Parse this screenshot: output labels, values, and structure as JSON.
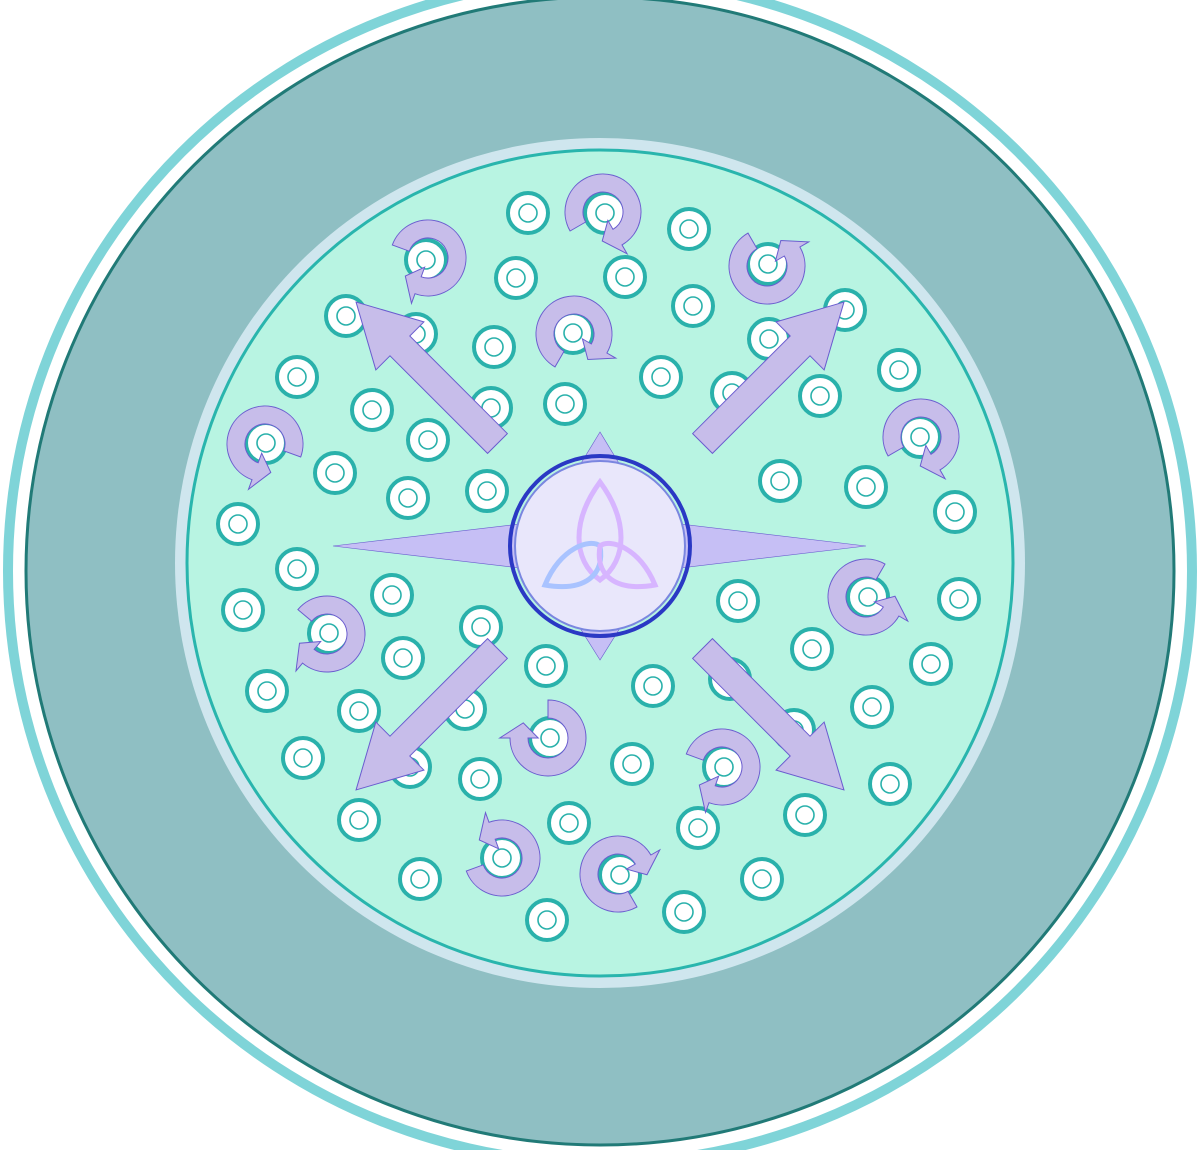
{
  "diagram": {
    "colors": {
      "outer_rim": "#7fd4d8",
      "outer_ring_fill": "#8fbfc3",
      "outer_ring_stroke": "#217a77",
      "inner_halo": "#cfe6ee",
      "inner_disc_fill": "#b8f4e2",
      "inner_disc_stroke": "#29b5ad",
      "cell_ring": "#2ab1ab",
      "cell_fill": "#ffffff",
      "arrow_fill": "#c7bdea",
      "arrow_stroke": "#6a5ccf",
      "hub_fill": "#e9e7fb",
      "hub_stroke": "#2a38c4",
      "star_fill": "#c6bff5",
      "triquetra_a": "#a9c3ff",
      "triquetra_b": "#d7b5ff"
    },
    "icons": {
      "cell": "ring-cell-icon",
      "swirl": "curved-arrow-icon",
      "radial": "diagonal-arrow-icon",
      "hub": "triquetra-icon",
      "compass": "compass-star-icon"
    },
    "radial_arrow_angles_deg": [
      225,
      315,
      135,
      45
    ],
    "swirl_directions": [
      "cw",
      "cw",
      "ccw",
      "cw",
      "ccw",
      "cw",
      "cw",
      "ccw",
      "cw",
      "cw",
      "ccw",
      "cw"
    ]
  }
}
